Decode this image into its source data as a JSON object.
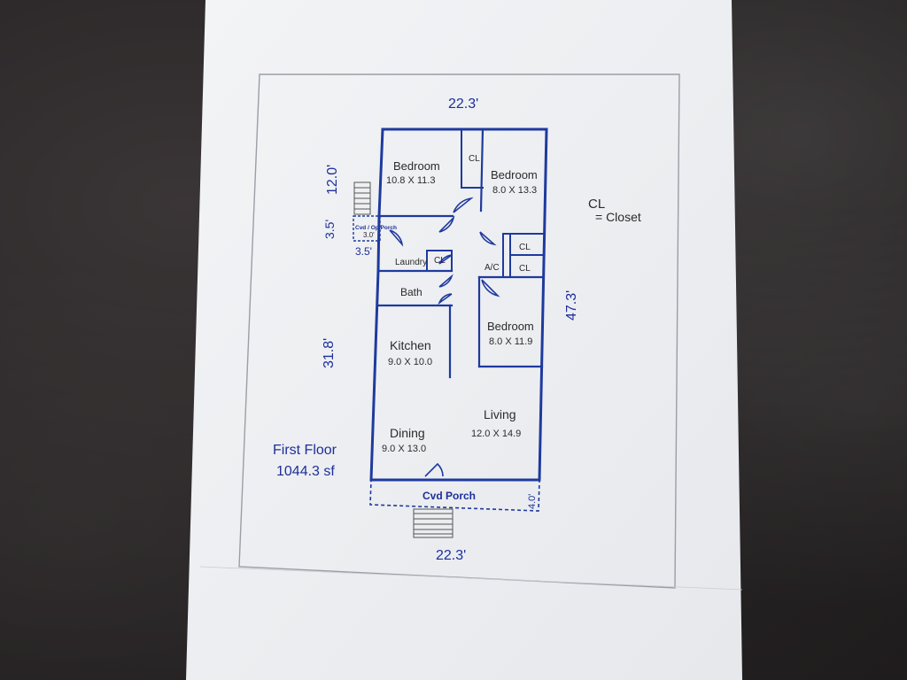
{
  "dimensions": {
    "top_width": "22.3'",
    "bottom_width": "22.3'",
    "right_depth": "47.3'",
    "left_upper": "12.0'",
    "left_middle": "3.5'",
    "left_porch": "3.5'",
    "left_lower": "31.8'",
    "porch_depth": "4.0'",
    "side_porch_width": "3.0'"
  },
  "rooms": {
    "bedroom1": {
      "name": "Bedroom",
      "size": "10.8  X 11.3"
    },
    "bedroom2": {
      "name": "Bedroom",
      "size": "8.0 X 13.3"
    },
    "bedroom3": {
      "name": "Bedroom",
      "size": "8.0 X 11.9"
    },
    "kitchen": {
      "name": "Kitchen",
      "size": "9.0 X 10.0"
    },
    "dining": {
      "name": "Dining",
      "size": "9.0 X 13.0"
    },
    "living": {
      "name": "Living",
      "size": "12.0 X 14.9"
    },
    "laundry": "Laundry",
    "bath": "Bath",
    "ac": "A/C",
    "closet_label": "CL",
    "side_porch": "Cvd / Op Porch",
    "front_porch": "Cvd Porch"
  },
  "legend": {
    "abbr": "CL",
    "meaning": "= Closet"
  },
  "summary": {
    "floor": "First Floor",
    "area": "1044.3 sf"
  },
  "colors": {
    "wall": "#1f3a9e",
    "label": "#1c2f9a",
    "paper": "#f4f5f7",
    "background": "#2a2627"
  }
}
